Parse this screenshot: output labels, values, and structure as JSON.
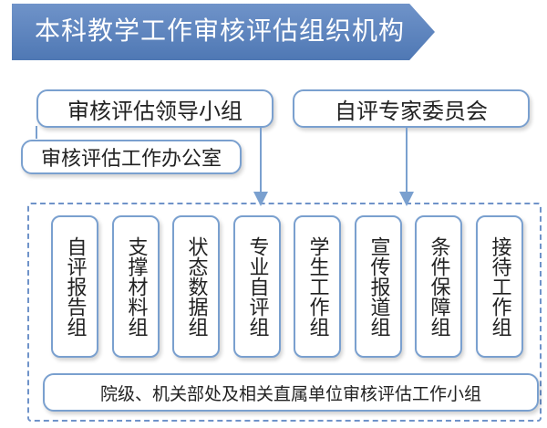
{
  "title": "本科教学工作审核评估组织机构",
  "leadership_group": "审核评估领导小组",
  "expert_committee": "自评专家委员会",
  "office": "审核评估工作办公室",
  "working_groups": [
    "自评报告组",
    "支撑材料组",
    "状态数据组",
    "专业自评组",
    "学生工作组",
    "宣传报道组",
    "条件保障组",
    "接待工作组"
  ],
  "bottom_unit": "院级、机关部处及相关直属单位审核评估工作小组",
  "colors": {
    "banner": "#4f78b4",
    "box_border": "#7aa0cf",
    "connector": "#7aa0cf"
  }
}
